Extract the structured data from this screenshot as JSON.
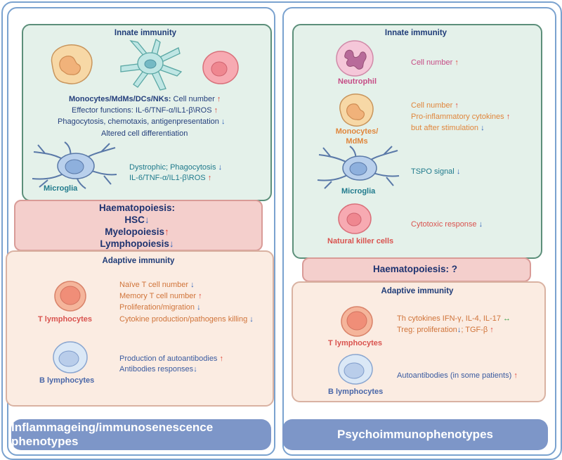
{
  "left": {
    "innate": {
      "title": "Innate immunity",
      "line1_bold": "Monocytes/MdMs/DCs/NKs:",
      "line1_rest": " Cell number ",
      "line2": "Effector functions: IL-6/TNF-α/IL1-β\\ROS ",
      "line3": "Phagocytosis, chemotaxis, antigenpresentation ",
      "line4": "Altered cell differentiation",
      "microglia_label": "Microglia",
      "microglia_line1": "Dystrophic; Phagocytosis ",
      "microglia_line2": "IL-6/TNF-α/IL1-β\\ROS "
    },
    "haema": {
      "line1": "Haematopoiesis:",
      "line2": "HSC",
      "line3": "Myelopoiesis",
      "line4": "Lymphopoiesis"
    },
    "adaptive": {
      "title": "Adaptive immunity",
      "t_label": "T lymphocytes",
      "t_line1": "Naïve T cell number ",
      "t_line2": "Memory T cell number ",
      "t_line3": "Proliferation/migration ",
      "t_line4": "Cytokine production/pathogens killing ",
      "b_label": "B lymphocytes",
      "b_line1": "Production of autoantibodies ",
      "b_line2": "Antibodies responses"
    },
    "footer": "Inflammageing/immunosenescence  phenotypes"
  },
  "right": {
    "innate": {
      "title": "Innate immunity",
      "neutrophil_label": "Neutrophil",
      "neutrophil_line": "Cell number ",
      "mono_label1": "Monocytes/",
      "mono_label2": "MdMs",
      "mono_line1": "Cell number ",
      "mono_line2": "Pro-inflammatory cytokines ",
      "mono_line3": "but after stimulation ",
      "microglia_label": "Microglia",
      "microglia_line": "TSPO signal ",
      "nk_label": "Natural killer cells",
      "nk_line": "Cytotoxic response "
    },
    "haema": "Haematopoiesis: ?",
    "adaptive": {
      "title": "Adaptive immunity",
      "t_label": "T lymphocytes",
      "t_line1": "Th cytokines IFN-γ, IL-4, IL-17 ",
      "t_line2a": "Treg: proliferation",
      "t_line2b": "; TGF-β ",
      "b_label": "B lymphocytes",
      "b_line": "Autoantibodies (in some patients) "
    },
    "footer": "Psychoimmunophenotypes"
  },
  "arrows": {
    "up": "↑",
    "down": "↓",
    "both": "↔"
  },
  "colors": {
    "panel_border": "#7aa2cf",
    "innate_fill": "#e4f1ea",
    "haema_fill": "#f4cfcc",
    "adaptive_fill": "#fbece2",
    "footer_fill": "#7d96c8"
  }
}
